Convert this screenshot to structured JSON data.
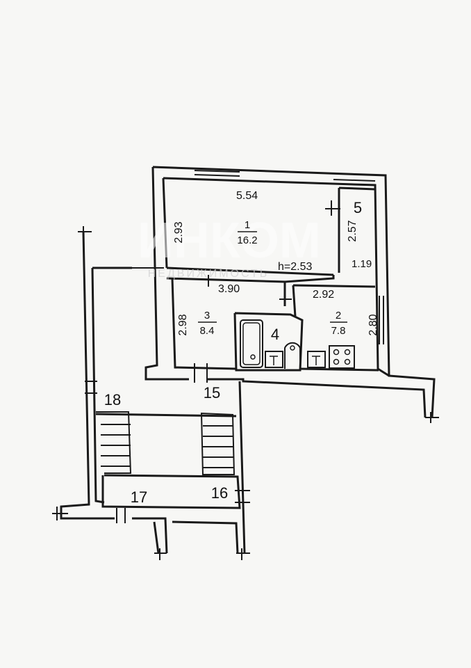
{
  "watermark": {
    "brand": "ИНКОМ",
    "tagline": "НЕДВИЖИМОСТЬ"
  },
  "rooms": [
    {
      "number": "1",
      "area": "16.2"
    },
    {
      "number": "2",
      "area": "7.8"
    },
    {
      "number": "3",
      "area": "8.4"
    },
    {
      "number": "4"
    },
    {
      "number": "5"
    }
  ],
  "dimensions": {
    "room1_width": "5.54",
    "room1_depth": "2.93",
    "room5_depth": "2.57",
    "room5_width": "1.19",
    "ceiling_height": "h=2.53",
    "room3_width": "3.90",
    "room3_depth": "2.98",
    "room2_width": "2.92",
    "room2_depth": "2.80"
  },
  "common_areas": [
    "15",
    "16",
    "17",
    "18"
  ]
}
